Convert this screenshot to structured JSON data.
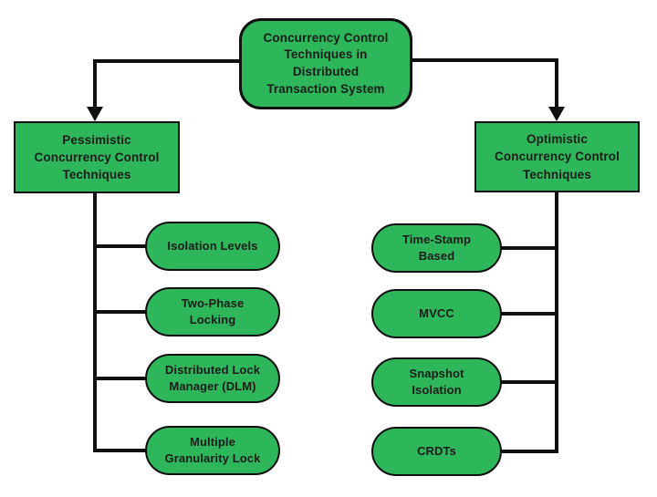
{
  "diagram": {
    "title": "Concurrency Control Techniques in Distributed Transaction System",
    "style": {
      "node_fill": "#2eb65a",
      "node_border": "#0f0f0f",
      "connector_line": "#0f0f0f",
      "text_color": "#1c1c1c",
      "background": "#ffffff"
    },
    "root": {
      "label": "Concurrency Control Techniques in Distributed Transaction System",
      "lines": [
        "Concurrency Control",
        "Techniques in",
        "Distributed",
        "Transaction System"
      ]
    },
    "branches": [
      {
        "label": "Pessimistic Concurrency Control Techniques",
        "lines": [
          "Pessimistic",
          "Concurrency Control",
          "Techniques"
        ],
        "children": [
          {
            "label": "Isolation Levels",
            "lines": [
              "Isolation Levels"
            ]
          },
          {
            "label": "Two-Phase Locking",
            "lines": [
              "Two-Phase",
              "Locking"
            ]
          },
          {
            "label": "Distributed Lock Manager (DLM)",
            "lines": [
              "Distributed Lock",
              "Manager (DLM)"
            ]
          },
          {
            "label": "Multiple Granularity Lock",
            "lines": [
              "Multiple",
              "Granularity Lock"
            ]
          }
        ]
      },
      {
        "label": "Optimistic Concurrency Control Techniques",
        "lines": [
          "Optimistic",
          "Concurrency Control",
          "Techniques"
        ],
        "children": [
          {
            "label": "Time-Stamp Based",
            "lines": [
              "Time-Stamp",
              "Based"
            ]
          },
          {
            "label": "MVCC",
            "lines": [
              "MVCC"
            ]
          },
          {
            "label": "Snapshot Isolation",
            "lines": [
              "Snapshot",
              "Isolation"
            ]
          },
          {
            "label": "CRDTs",
            "lines": [
              "CRDTs"
            ]
          }
        ]
      }
    ]
  }
}
